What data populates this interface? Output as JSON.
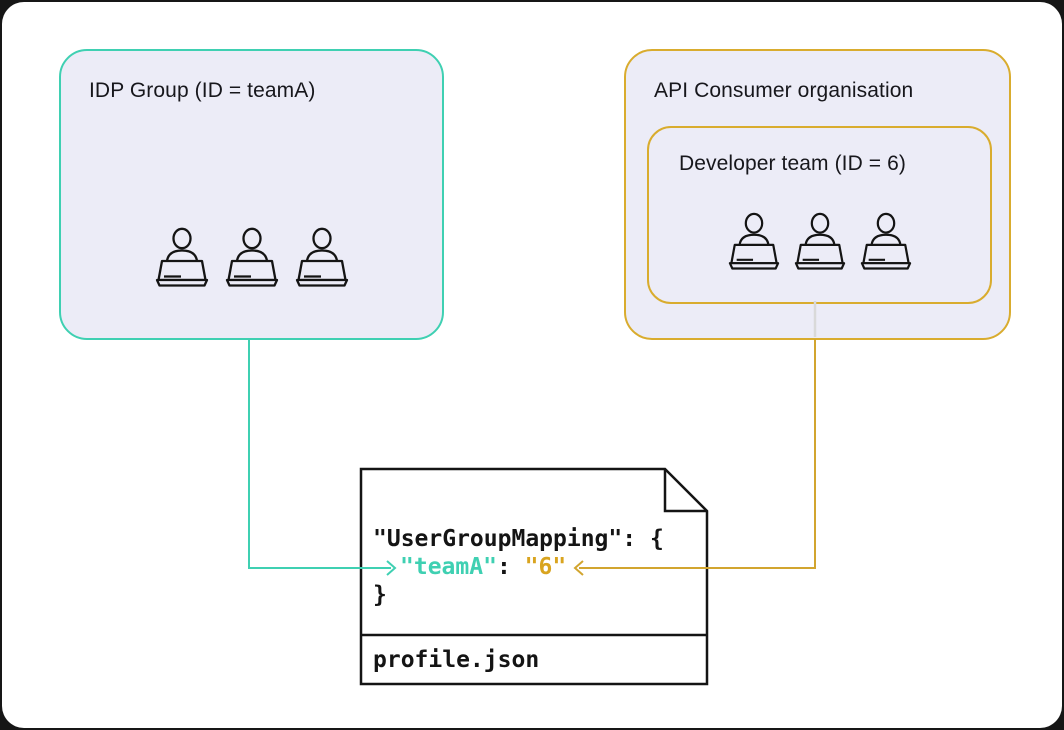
{
  "colors": {
    "teal_accent": "#3FD0B2",
    "gold_accent": "#D9AC2E",
    "gold_value": "#D9A41F",
    "box_fill": "#ECECF7",
    "grey_connector": "#D9D9D9",
    "ink": "#141414",
    "card_bg": "#FFFFFF",
    "page_bg": "#161616"
  },
  "idp_group": {
    "title": "IDP Group (ID = teamA)",
    "member_count": 3
  },
  "api_org": {
    "title": "API Consumer organisation",
    "dev_team": {
      "title": "Developer team (ID = 6)",
      "member_count": 3
    }
  },
  "mapping_file": {
    "filename": "profile.json",
    "code_line_open": "\"UserGroupMapping\": {",
    "code_key": "\"teamA\"",
    "code_sep": ": ",
    "code_value": "\"6\"",
    "code_line_close": "}"
  }
}
